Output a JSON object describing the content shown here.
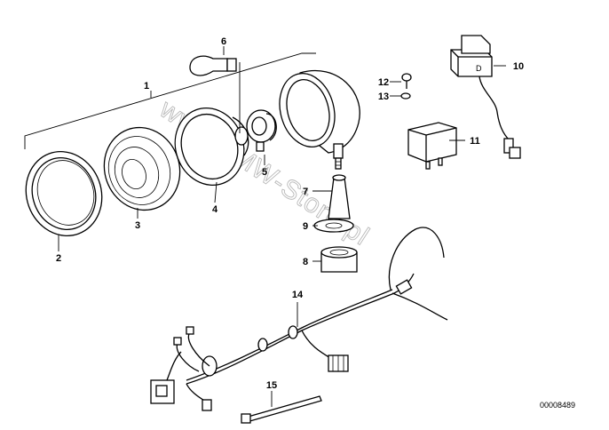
{
  "diagram": {
    "parts": [
      {
        "num": "1"
      },
      {
        "num": "2"
      },
      {
        "num": "3"
      },
      {
        "num": "4"
      },
      {
        "num": "5"
      },
      {
        "num": "6"
      },
      {
        "num": "7"
      },
      {
        "num": "8"
      },
      {
        "num": "9"
      },
      {
        "num": "10"
      },
      {
        "num": "11"
      },
      {
        "num": "12"
      },
      {
        "num": "13"
      },
      {
        "num": "14"
      },
      {
        "num": "15"
      }
    ],
    "relay_letter": "D",
    "reference_code": "00008489",
    "watermark": "www.BMW-Store.pl"
  }
}
